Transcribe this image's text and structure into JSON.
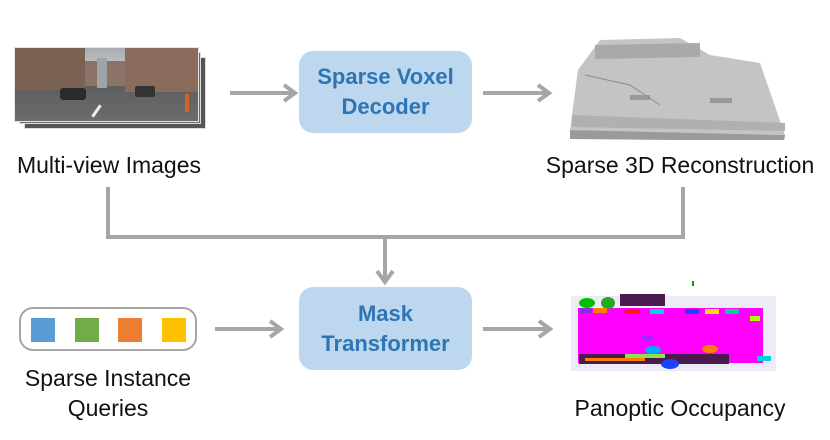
{
  "nodes": {
    "multiview": {
      "label": "Multi-view Images",
      "icon": "street-photo-stack"
    },
    "decoder": {
      "label_line1": "Sparse Voxel",
      "label_line2": "Decoder"
    },
    "recon": {
      "label": "Sparse 3D Reconstruction",
      "icon": "voxel-grid-gray"
    },
    "queries": {
      "label_line1": "Sparse Instance",
      "label_line2": "Queries",
      "colors": [
        "#5b9bd5",
        "#70ad47",
        "#ed7d31",
        "#ffc000"
      ]
    },
    "mask": {
      "label_line1": "Mask",
      "label_line2": "Transformer"
    },
    "panoptic": {
      "label": "Panoptic Occupancy",
      "icon": "panoptic-voxel-map"
    }
  },
  "colors": {
    "box_fill": "#bdd7ee",
    "box_text": "#2e75b6",
    "arrow": "#a6a6a6"
  },
  "edges": [
    {
      "from": "Multi-view Images",
      "to": "Sparse Voxel Decoder"
    },
    {
      "from": "Sparse Voxel Decoder",
      "to": "Sparse 3D Reconstruction"
    },
    {
      "from": "Multi-view Images",
      "to": "Mask Transformer"
    },
    {
      "from": "Sparse 3D Reconstruction",
      "to": "Mask Transformer"
    },
    {
      "from": "Sparse Instance Queries",
      "to": "Mask Transformer"
    },
    {
      "from": "Mask Transformer",
      "to": "Panoptic Occupancy"
    }
  ]
}
